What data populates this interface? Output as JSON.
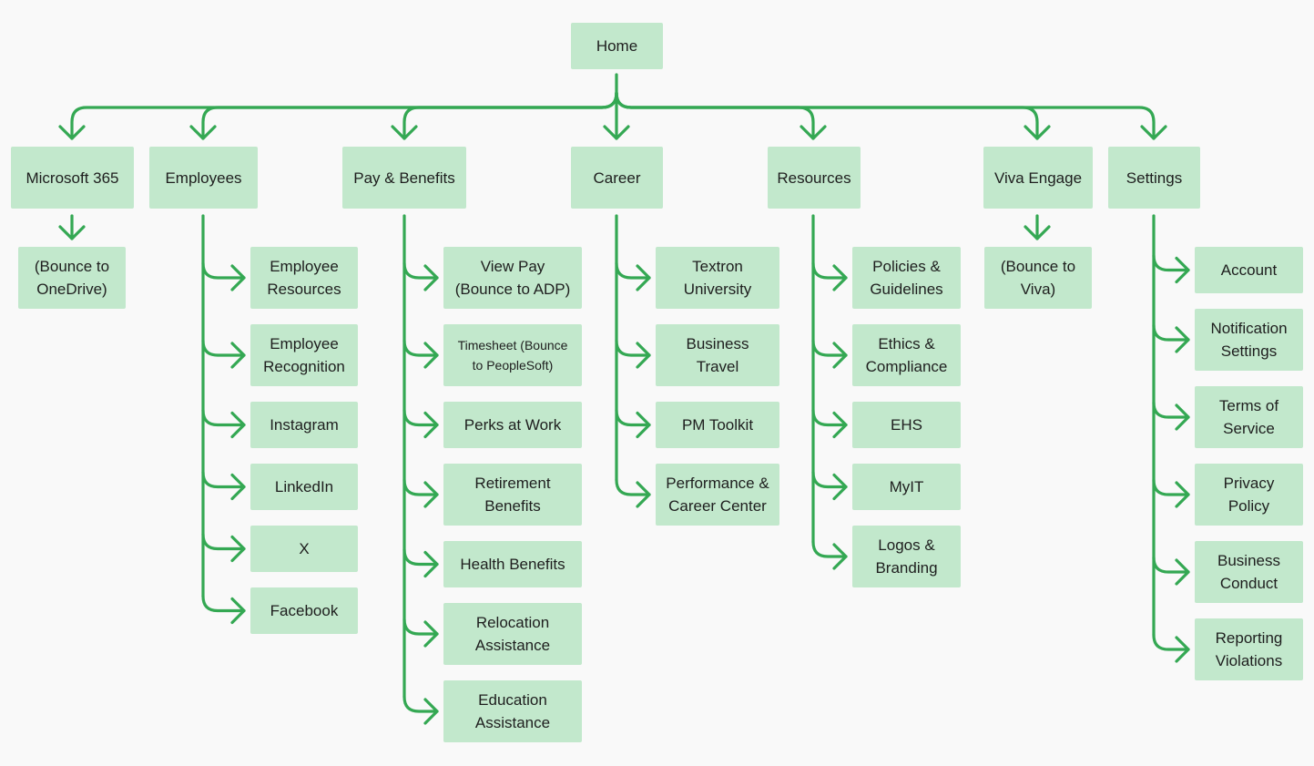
{
  "colors": {
    "background": "#f9f9f9",
    "node_fill": "#c2e8cc",
    "connector": "#34a853",
    "text": "#1e1e1e"
  },
  "root": {
    "label": "Home"
  },
  "sections": [
    {
      "label": "Microsoft 365",
      "children": [
        "(Bounce to\nOneDrive)"
      ]
    },
    {
      "label": "Employees",
      "children": [
        "Employee\nResources",
        "Employee\nRecognition",
        "Instagram",
        "LinkedIn",
        "X",
        "Facebook"
      ]
    },
    {
      "label": "Pay & Benefits",
      "children": [
        "View Pay\n(Bounce to ADP)",
        "Timesheet (Bounce\nto PeopleSoft)",
        "Perks at Work",
        "Retirement\nBenefits",
        "Health Benefits",
        "Relocation\nAssistance",
        "Education\nAssistance"
      ]
    },
    {
      "label": "Career",
      "children": [
        "Textron\nUniversity",
        "Business\nTravel",
        "PM Toolkit",
        "Performance &\nCareer Center"
      ]
    },
    {
      "label": "Resources",
      "children": [
        "Policies &\nGuidelines",
        "Ethics &\nCompliance",
        "EHS",
        "MyIT",
        "Logos &\nBranding"
      ]
    },
    {
      "label": "Viva Engage",
      "children": [
        "(Bounce to\nViva)"
      ]
    },
    {
      "label": "Settings",
      "children": [
        "Account",
        "Notification\nSettings",
        "Terms of\nService",
        "Privacy\nPolicy",
        "Business\nConduct",
        "Reporting\nViolations"
      ]
    }
  ]
}
